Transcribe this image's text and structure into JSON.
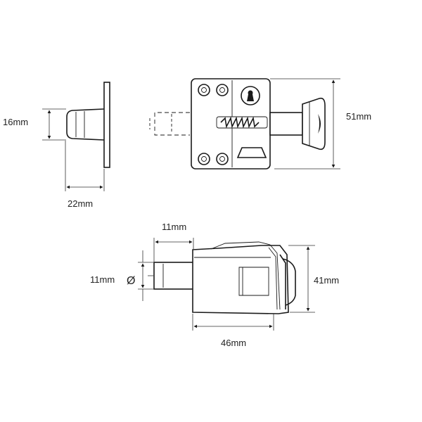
{
  "drawing": {
    "dimensions": {
      "keep_height": "16mm",
      "keep_depth": "22mm",
      "body_height": "51mm",
      "bolt_throw": "11mm",
      "bolt_diameter": "11mm",
      "diameter_symbol": "Ø",
      "side_height": "41mm",
      "side_length": "46mm"
    }
  }
}
